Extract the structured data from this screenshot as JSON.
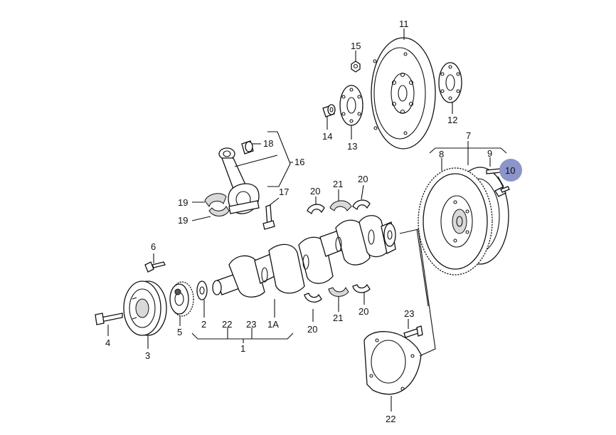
{
  "highlight_color": "#8b95c9",
  "callouts": {
    "c1": "1",
    "c1a": "1A",
    "c2": "2",
    "c3": "3",
    "c4": "4",
    "c5": "5",
    "c6": "6",
    "c7": "7",
    "c8": "8",
    "c9": "9",
    "c10": "10",
    "c11": "11",
    "c12": "12",
    "c13": "13",
    "c14": "14",
    "c15": "15",
    "c16": "16",
    "c17": "17",
    "c18": "18",
    "c19a": "19",
    "c19b": "19",
    "c20a": "20",
    "c20b": "20",
    "c20c": "20",
    "c20d": "20",
    "c21a": "21",
    "c21b": "21",
    "c22a": "22",
    "c22b": "22",
    "c23a": "23",
    "c23b": "23"
  }
}
